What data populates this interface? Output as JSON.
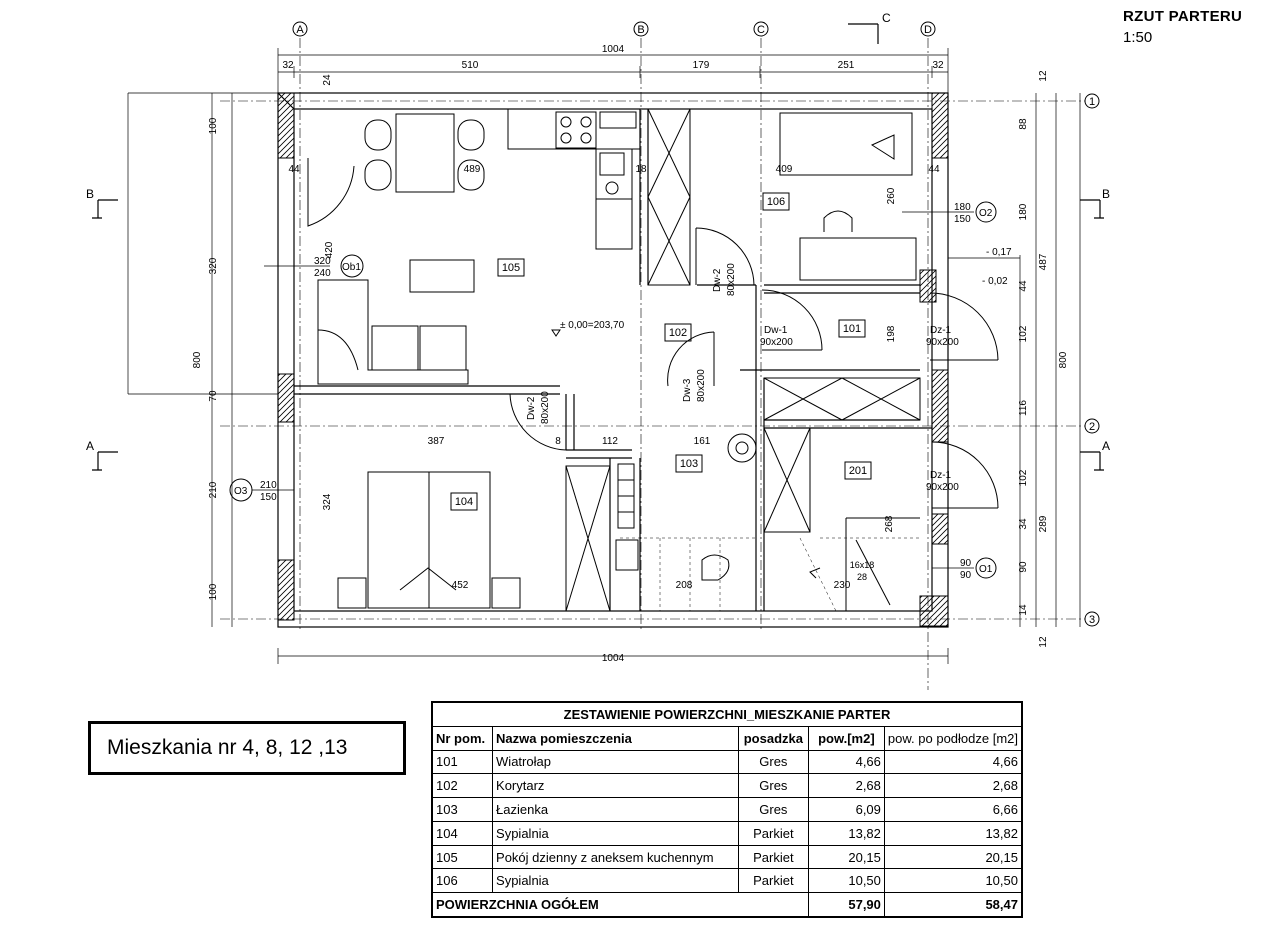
{
  "drawing": {
    "title": "RZUT PARTERU",
    "scale": "1:50",
    "apartments_label": "Mieszkania nr 4, 8, 12 ,13",
    "axes": [
      "A",
      "B",
      "C",
      "D",
      "1",
      "2",
      "3"
    ],
    "section_marks": [
      "A",
      "B",
      "C"
    ],
    "dims_top": [
      "1004",
      "32",
      "510",
      "179",
      "251",
      "32"
    ],
    "dims_bottom": "1004",
    "dims_left": [
      "100",
      "320",
      "800",
      "70",
      "210",
      "100"
    ],
    "dims_right": [
      "12",
      "88",
      "180",
      "487",
      "800",
      "102",
      "116",
      "102",
      "289",
      "34",
      "90",
      "14",
      "12",
      "44"
    ],
    "interior_dims": [
      "24",
      "44",
      "489",
      "409",
      "44",
      "420",
      "260",
      "198",
      "387",
      "112",
      "161",
      "324",
      "452",
      "208",
      "230",
      "268",
      "8",
      "18"
    ],
    "rooms": [
      "101",
      "102",
      "103",
      "104",
      "105",
      "106",
      "201"
    ],
    "doors": [
      {
        "type": "Dw-1",
        "size": "90x200"
      },
      {
        "type": "Dw-2",
        "size": "80x200"
      },
      {
        "type": "Dw-3",
        "size": "80x200"
      },
      {
        "type": "Dz-1",
        "size": "90x200"
      }
    ],
    "windows": [
      {
        "id": "O1",
        "w": "90",
        "h": "90"
      },
      {
        "id": "O2",
        "w": "180",
        "h": "150"
      },
      {
        "id": "O3",
        "w": "210",
        "h": "150"
      },
      {
        "id": "Ob1",
        "w": "320",
        "h": "240"
      }
    ],
    "levels": [
      "± 0,00=203,70",
      "- 0,17",
      "- 0,02"
    ],
    "stairs": {
      "top": "16x18",
      "bottom": "28"
    }
  },
  "area_table": {
    "caption": "ZESTAWIENIE POWIERZCHNI_MIESZKANIE PARTER",
    "headers": [
      "Nr pom.",
      "Nazwa pomieszczenia",
      "posadzka",
      "pow.[m2]",
      "pow. po podłodze [m2]"
    ],
    "rows": [
      {
        "nr": "101",
        "name": "Wiatrołap",
        "floor": "Gres",
        "area": "4,66",
        "floor_area": "4,66"
      },
      {
        "nr": "102",
        "name": "Korytarz",
        "floor": "Gres",
        "area": "2,68",
        "floor_area": "2,68"
      },
      {
        "nr": "103",
        "name": "Łazienka",
        "floor": "Gres",
        "area": "6,09",
        "floor_area": "6,66"
      },
      {
        "nr": "104",
        "name": "Sypialnia",
        "floor": "Parkiet",
        "area": "13,82",
        "floor_area": "13,82"
      },
      {
        "nr": "105",
        "name": "Pokój dzienny z aneksem kuchennym",
        "floor": "Parkiet",
        "area": "20,15",
        "floor_area": "20,15"
      },
      {
        "nr": "106",
        "name": "Sypialnia",
        "floor": "Parkiet",
        "area": "10,50",
        "floor_area": "10,50"
      }
    ],
    "total": {
      "label": "POWIERZCHNIA OGÓŁEM",
      "area": "57,90",
      "floor_area": "58,47"
    }
  }
}
